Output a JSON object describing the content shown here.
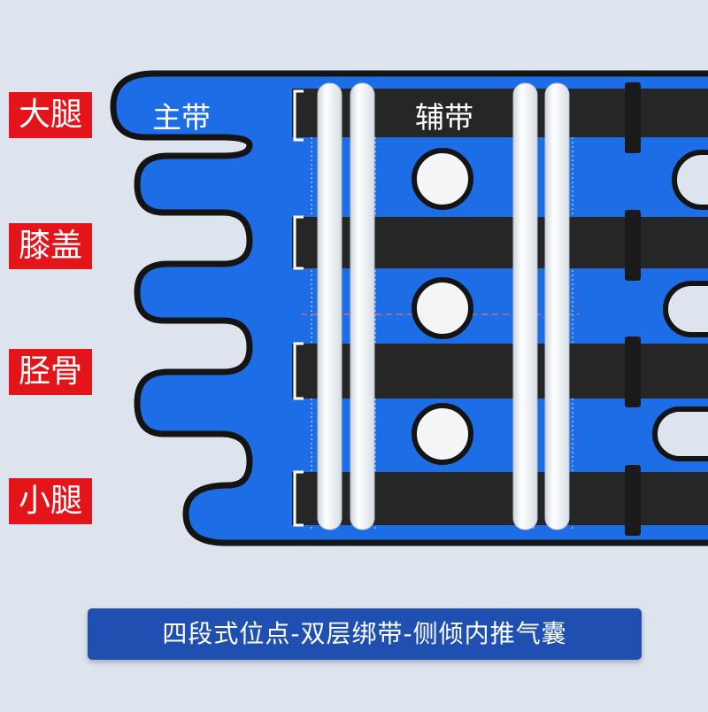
{
  "labels": {
    "main_strap": "主带",
    "aux_strap": "辅带"
  },
  "zones": [
    {
      "label": "大腿"
    },
    {
      "label": "膝盖"
    },
    {
      "label": "胫骨"
    },
    {
      "label": "小腿"
    }
  ],
  "banner": {
    "text": "四段式位点-双层绑带-侧倾内推气囊"
  },
  "colors": {
    "brace_blue": "#1d6ee6",
    "outline": "#141414",
    "strap": "#262626",
    "label_red": "#e4141b",
    "banner_blue": "#1f4fb0",
    "background": "#dde4ee"
  }
}
